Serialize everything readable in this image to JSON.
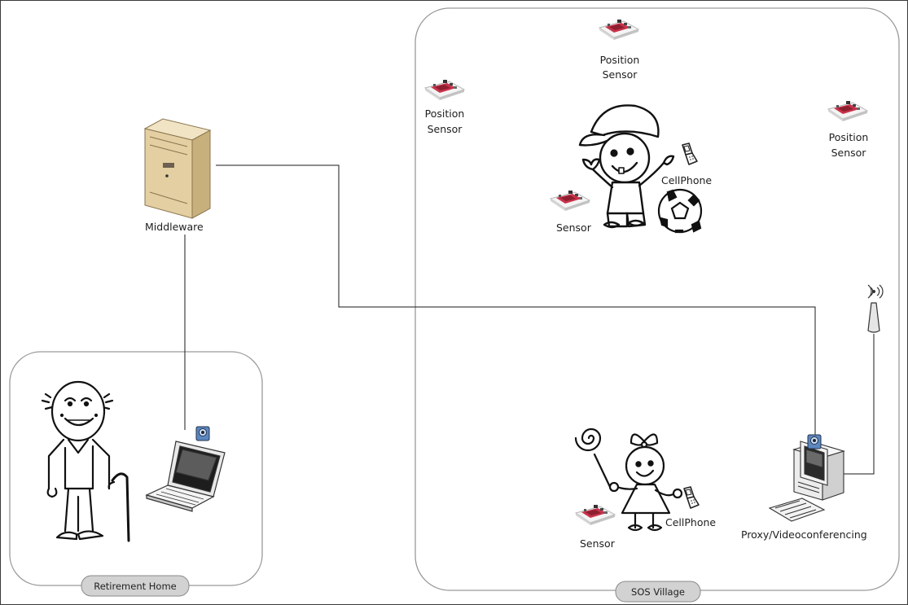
{
  "zones": {
    "retirement_home": "Retirement Home",
    "sos_village": "SOS Village"
  },
  "nodes": {
    "middleware": "Middleware",
    "proxy": "Proxy/Videoconferencing"
  },
  "sensors": {
    "position_1": [
      "Position",
      "Sensor"
    ],
    "position_2": [
      "Position",
      "Sensor"
    ],
    "position_3": [
      "Position",
      "Sensor"
    ],
    "boy_sensor": "Sensor",
    "girl_sensor": "Sensor"
  },
  "phones": {
    "boy_phone": "CellPhone",
    "girl_phone": "CellPhone"
  }
}
